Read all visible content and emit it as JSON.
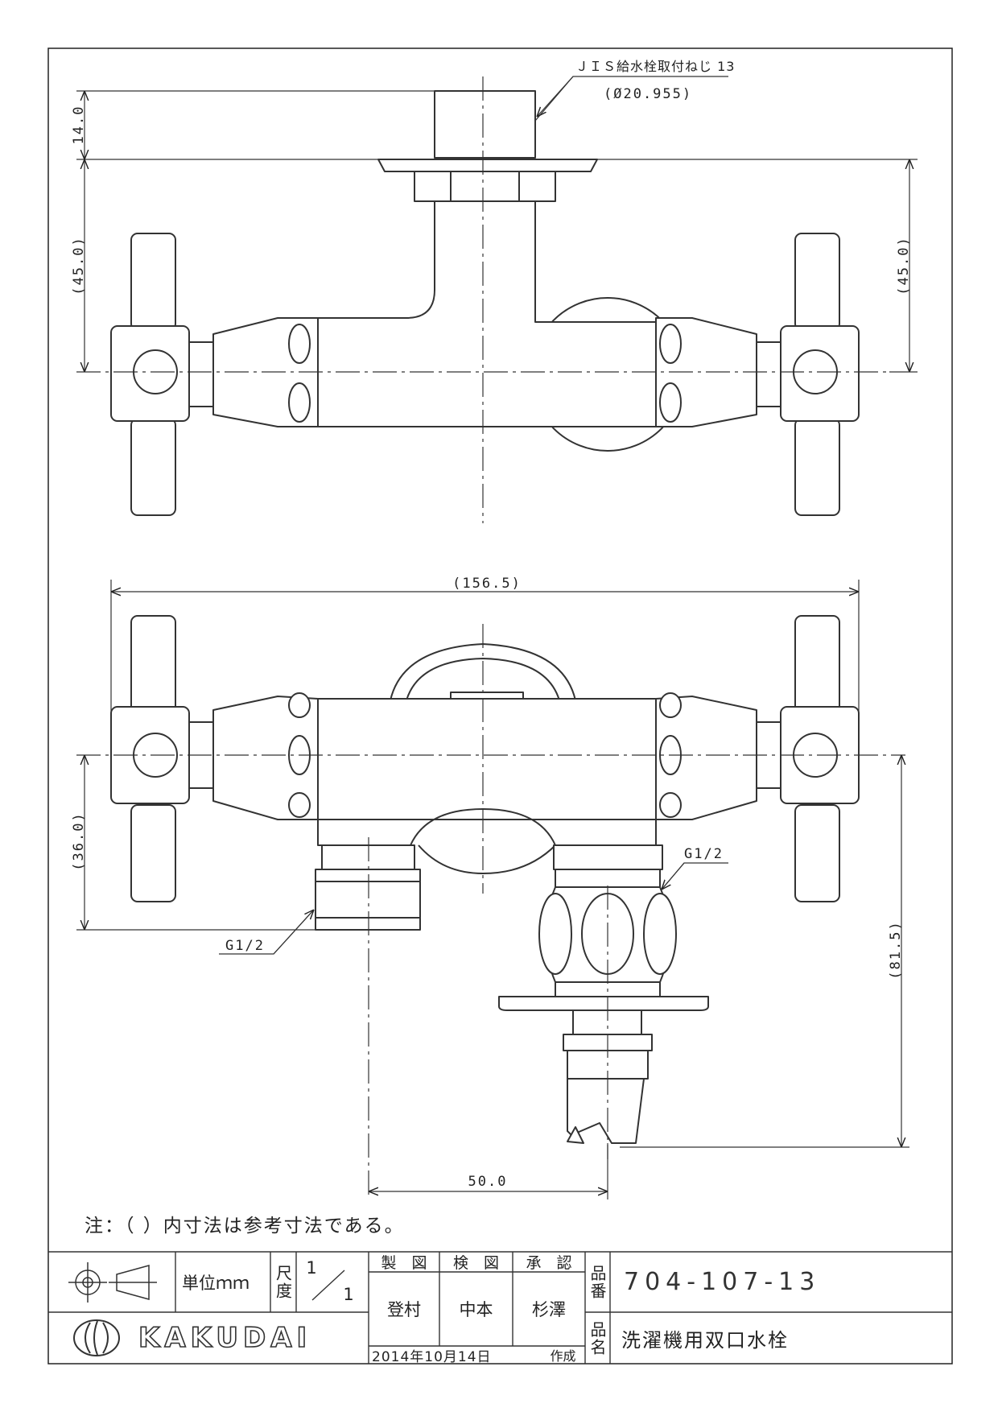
{
  "drawing": {
    "thread_spec": "ＪＩＳ給水栓取付ねじ 13",
    "thread_dia": "(Ø20.955)",
    "dim_14": "14.0",
    "dim_45_left": "(45.0)",
    "dim_45_right": "(45.0)",
    "dim_156": "(156.5)",
    "dim_36": "(36.0)",
    "dim_81": "(81.5)",
    "dim_50": "50.0",
    "g_left": "G1/2",
    "g_right": "G1/2",
    "note": "注：（ ）内寸法は参考寸法である。"
  },
  "title_block": {
    "unit_label": "単位ｍｍ",
    "scale_label": "尺度",
    "scale_num": "1",
    "scale_den": "1",
    "drawn_header": "製　図",
    "checked_header": "検　図",
    "approved_header": "承　認",
    "drawn_by": "登村",
    "checked_by": "中本",
    "approved_by": "杉澤",
    "part_no_label": "品番",
    "part_no": "704-107-13",
    "part_name_label": "品名",
    "part_name": "洗濯機用双口水栓",
    "brand": "KAKUDAI",
    "date": "2014年10月14日",
    "date_suffix": "作成"
  }
}
